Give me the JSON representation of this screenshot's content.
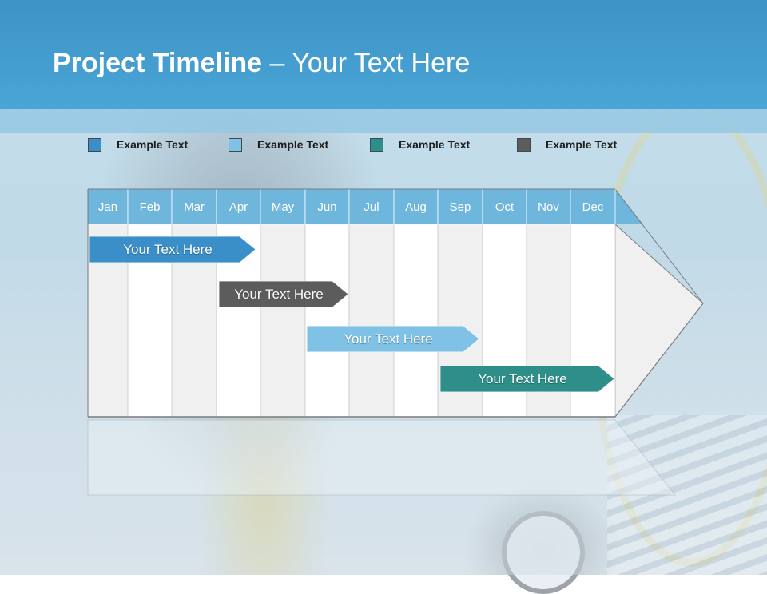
{
  "slide": {
    "title_bold": "Project Timeline",
    "title_rest": " – Your Text Here"
  },
  "legend": [
    {
      "label": "Example Text",
      "color": "#3a8fc8"
    },
    {
      "label": "Example Text",
      "color": "#7fc2e6"
    },
    {
      "label": "Example Text",
      "color": "#2e8f8a"
    },
    {
      "label": "Example Text",
      "color": "#5c5c5c"
    }
  ],
  "timeline": {
    "months": [
      "Jan",
      "Feb",
      "Mar",
      "Apr",
      "May",
      "Jun",
      "Jul",
      "Aug",
      "Sep",
      "Oct",
      "Nov",
      "Dec"
    ],
    "header_color": "#6fb6dd",
    "tasks": [
      {
        "label": "Your  Text Here",
        "color": "#3a8fc8"
      },
      {
        "label": "Your  Text Here",
        "color": "#5c5c5c"
      },
      {
        "label": "Your  Text Here",
        "color": "#7fc2e6"
      },
      {
        "label": "Your  Text Here",
        "color": "#2e8f8a"
      }
    ]
  }
}
